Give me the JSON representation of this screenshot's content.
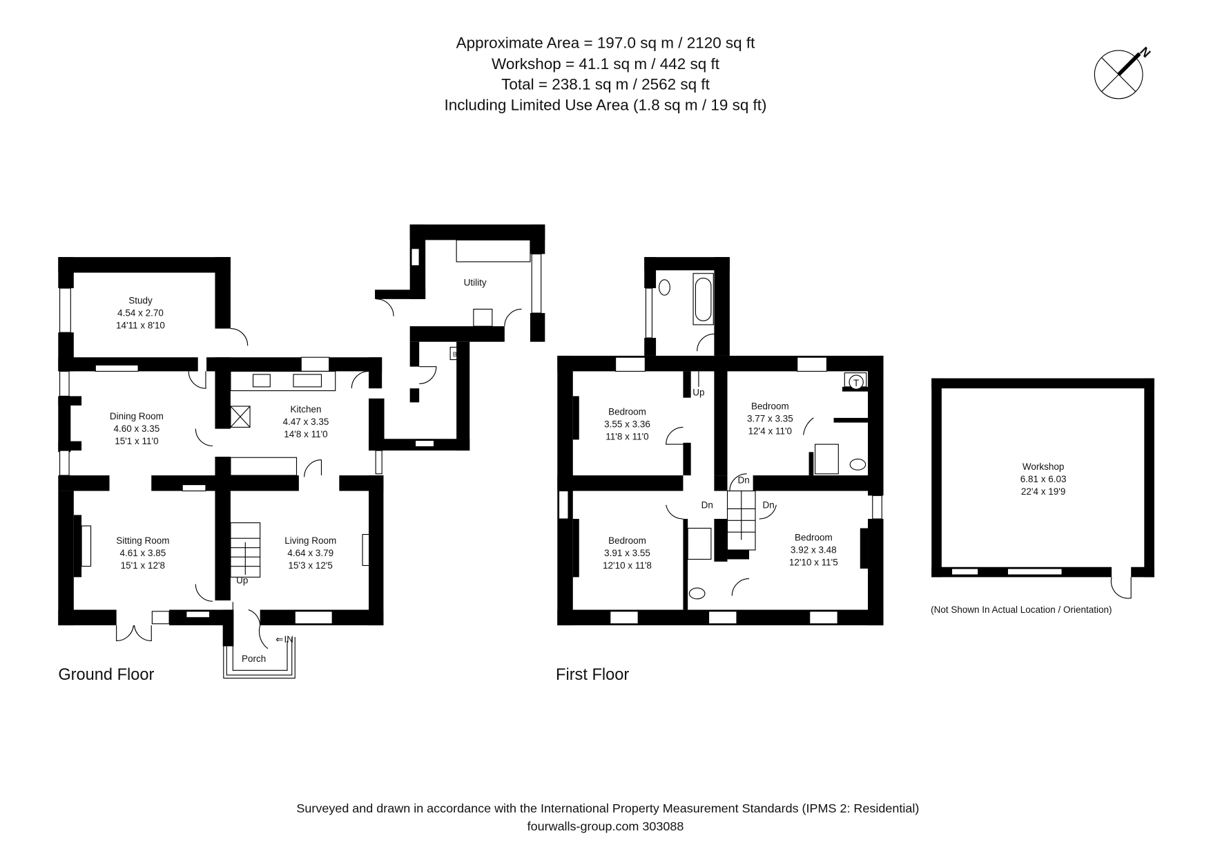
{
  "header": {
    "line1": "Approximate Area = 197.0 sq m / 2120 sq ft",
    "line2": "Workshop = 41.1 sq m / 442 sq ft",
    "line3": "Total = 238.1 sq m / 2562 sq ft",
    "line4": "Including Limited Use Area (1.8 sq m / 19 sq ft)"
  },
  "compass": {
    "label": "N"
  },
  "ground_floor": {
    "label": "Ground Floor",
    "rooms": [
      {
        "name": "Study",
        "metric": "4.54 x 2.70",
        "imperial": "14'11 x 8'10"
      },
      {
        "name": "Dining Room",
        "metric": "4.60 x 3.35",
        "imperial": "15'1 x 11'0"
      },
      {
        "name": "Kitchen",
        "metric": "4.47 x 3.35",
        "imperial": "14'8 x 11'0"
      },
      {
        "name": "Sitting Room",
        "metric": "4.61 x 3.85",
        "imperial": "15'1 x 12'8"
      },
      {
        "name": "Living Room",
        "metric": "4.64 x 3.79",
        "imperial": "15'3 x 12'5"
      },
      {
        "name": "Utility"
      },
      {
        "name": "Porch"
      }
    ],
    "stairs_label": "Up",
    "entrance_label": "IN",
    "boiler_label": "B"
  },
  "first_floor": {
    "label": "First Floor",
    "rooms": [
      {
        "name": "Bedroom",
        "metric": "3.55 x 3.36",
        "imperial": "11'8 x 11'0"
      },
      {
        "name": "Bedroom",
        "metric": "3.77 x 3.35",
        "imperial": "12'4 x 11'0"
      },
      {
        "name": "Bedroom",
        "metric": "3.91 x 3.55",
        "imperial": "12'10 x 11'8"
      },
      {
        "name": "Bedroom",
        "metric": "3.92 x 3.48",
        "imperial": "12'10 x 11'5"
      }
    ],
    "up_label": "Up",
    "down_label": "Dn",
    "tank_label": "T"
  },
  "workshop": {
    "name": "Workshop",
    "metric": "6.81 x 6.03",
    "imperial": "22'4 x 19'9",
    "note": "(Not Shown In Actual Location / Orientation)"
  },
  "footer": {
    "line1": "Surveyed and drawn in accordance with the International Property Measurement Standards (IPMS 2: Residential)",
    "line2": "fourwalls-group.com 303088"
  }
}
